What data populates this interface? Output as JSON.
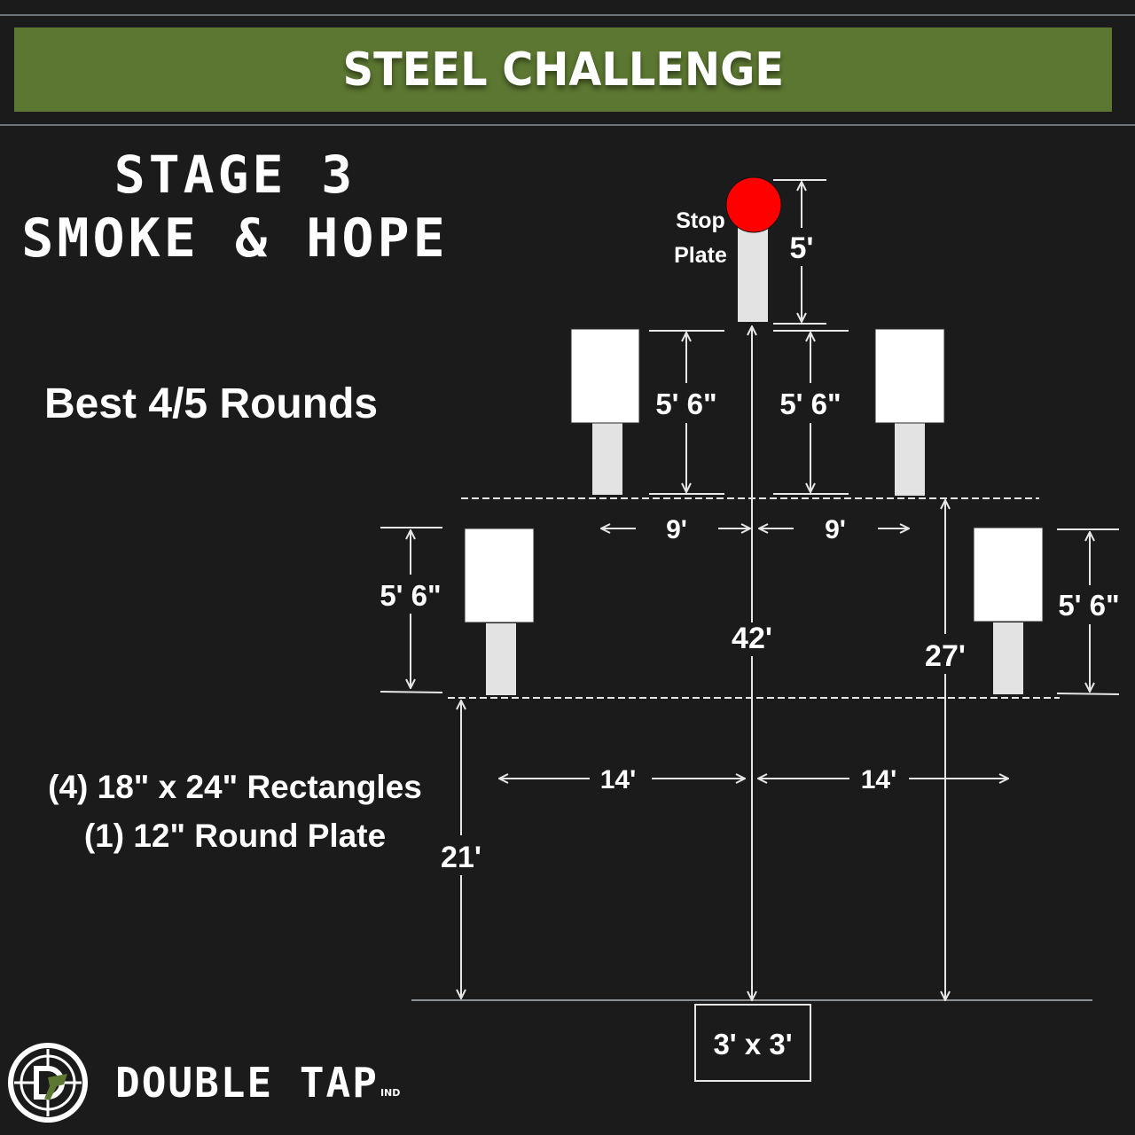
{
  "banner": {
    "title": "STEEL CHALLENGE",
    "color": "#5c7731"
  },
  "stage": {
    "line1": "STAGE 3",
    "line2": "SMOKE & HOPE"
  },
  "scoring": "Best 4/5 Rounds",
  "targets": {
    "line1": "(4) 18\" x 24\" Rectangles",
    "line2": "(1) 12\" Round Plate"
  },
  "diagram": {
    "stop_plate": {
      "label_line1": "Stop",
      "label_line2": "Plate",
      "color": "#ff0000",
      "height_label": "5'"
    },
    "rect_heights": {
      "near_left": "5' 6\"",
      "near_right": "5' 6\"",
      "far_left": "5' 6\"",
      "far_right": "5' 6\""
    },
    "spacing": {
      "far_left_offset": "9'",
      "far_right_offset": "9'",
      "near_left_offset": "14'",
      "near_right_offset": "14'"
    },
    "distances": {
      "stop_plate": "42'",
      "far_row": "27'",
      "near_row": "21'"
    },
    "shooting_box": "3' x 3'"
  },
  "brand": {
    "name": "DOUBLE TAP",
    "suffix": "IND",
    "accent": "#5c7731"
  }
}
